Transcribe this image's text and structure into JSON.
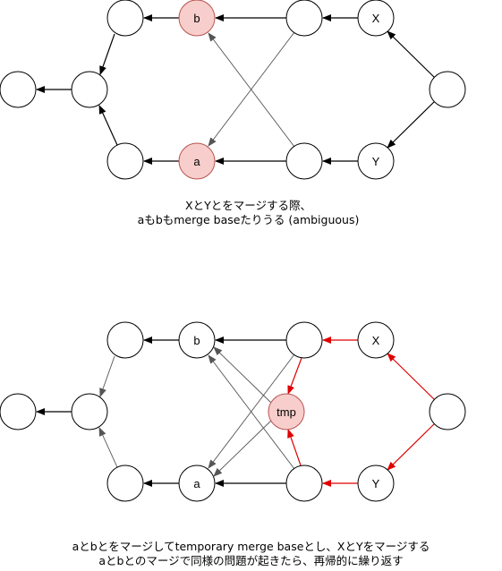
{
  "colors": {
    "highlight_fill": "#f8cecc",
    "highlight_stroke": "#b85450",
    "node_fill": "#ffffff",
    "node_stroke": "#000000",
    "edge_black": "#000000",
    "edge_gray": "#555555",
    "edge_red": "#e00000"
  },
  "diagram1": {
    "node_labels": {
      "b": "b",
      "a": "a",
      "x": "X",
      "y": "Y"
    },
    "caption_line1": "XとYとをマージする際、",
    "caption_line2": "aもbもmerge baseたりうる (ambiguous)"
  },
  "diagram2": {
    "node_labels": {
      "b": "b",
      "a": "a",
      "x": "X",
      "y": "Y",
      "tmp": "tmp"
    },
    "caption_line1": "aとbとをマージしてtemporary merge baseとし、XとYをマージする",
    "caption_line2": "aとbとのマージで同様の問題が起きたら、再帰的に繰り返す"
  }
}
